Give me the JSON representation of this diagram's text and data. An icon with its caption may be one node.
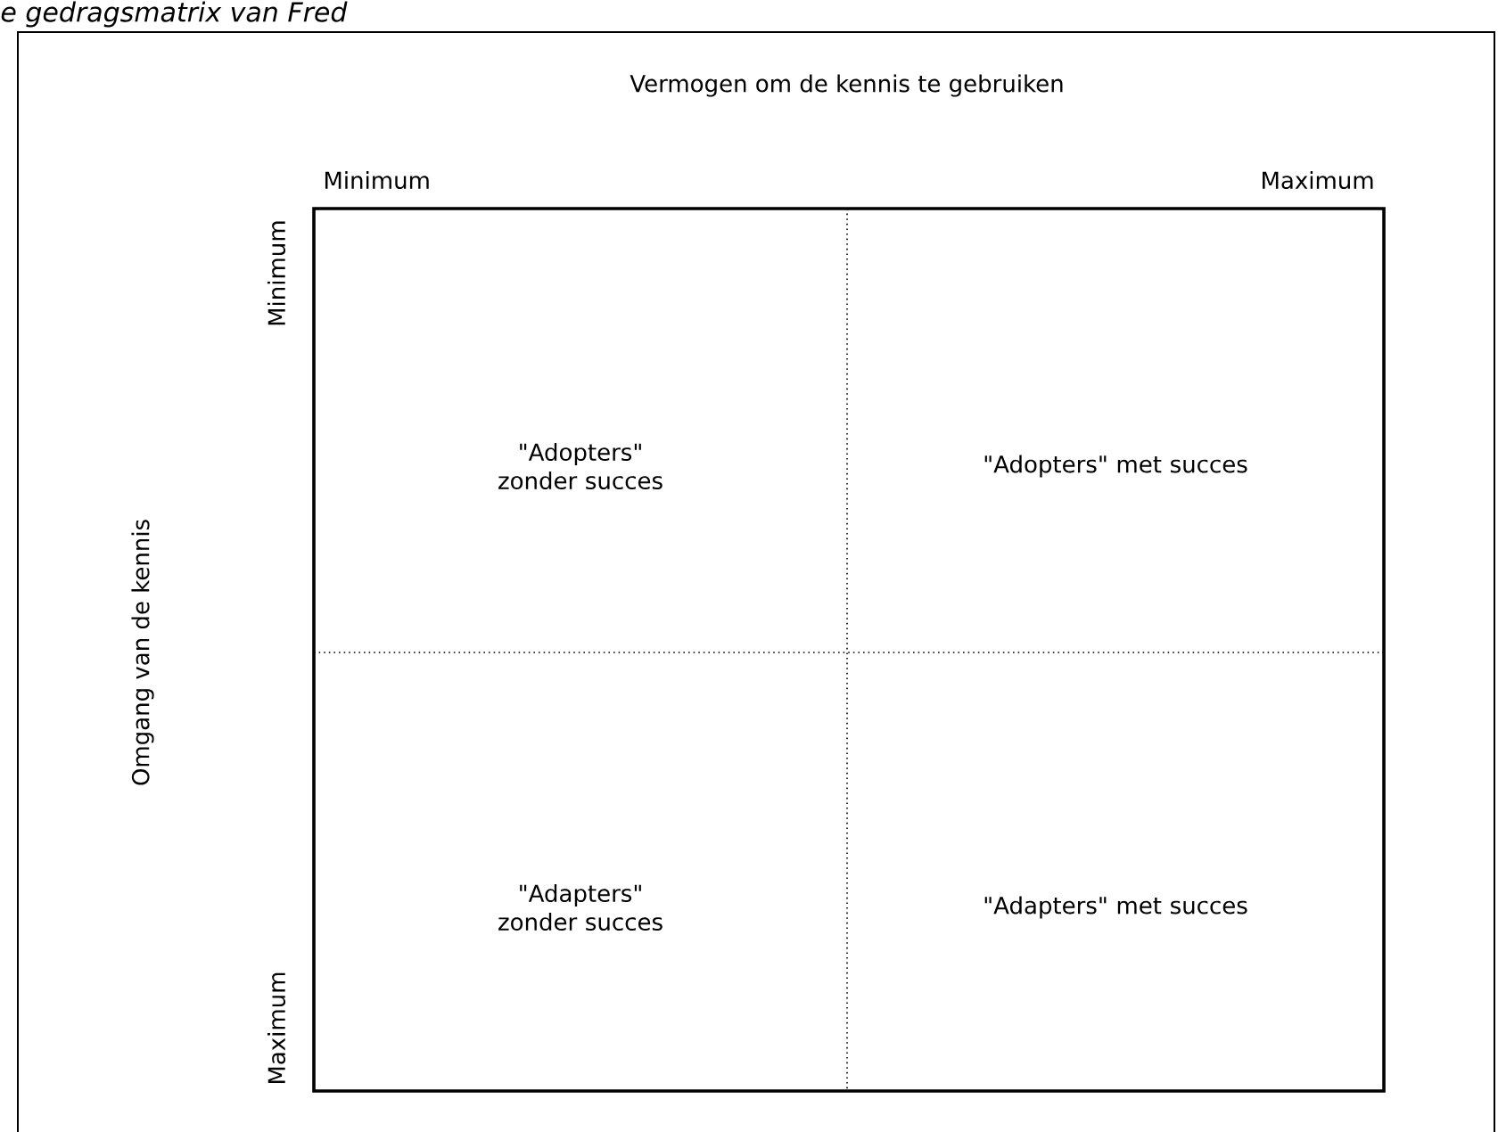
{
  "diagram": {
    "title": "e gedragsmatrix van Fred",
    "nodes": [
      {
        "text": [
          "\"Adopters\" zonder succes"
        ]
      },
      {
        "text": [
          "\"Adopters\" met succes"
        ]
      },
      {
        "text": [
          "\"Adapters\" zonder succes"
        ]
      },
      {
        "text": [
          "\"Adapters\" met succes"
        ]
      }
    ],
    "labels": [
      "Vermogen om de kennis te gebruiken",
      "Minimum",
      "Maximum",
      "Omgang van de kennis",
      "Minimum",
      "Maximum"
    ]
  }
}
